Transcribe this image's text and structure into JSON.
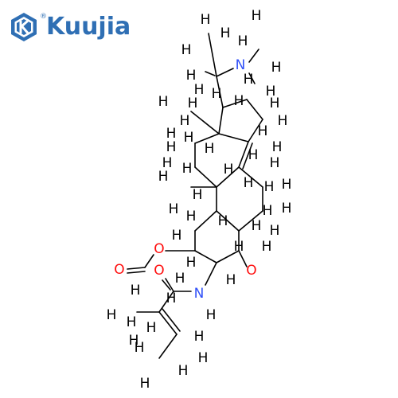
{
  "brand": {
    "name": "Kuujia",
    "icon": "hexagon-k-logo-icon",
    "color": "#2f6fb4"
  },
  "colors": {
    "bond": "#000000",
    "hydrogen": "#000000",
    "nitrogen": "#3050f8",
    "oxygen": "#ff0d0d"
  },
  "atoms": {
    "H": "H",
    "N": "N",
    "O": "O"
  }
}
